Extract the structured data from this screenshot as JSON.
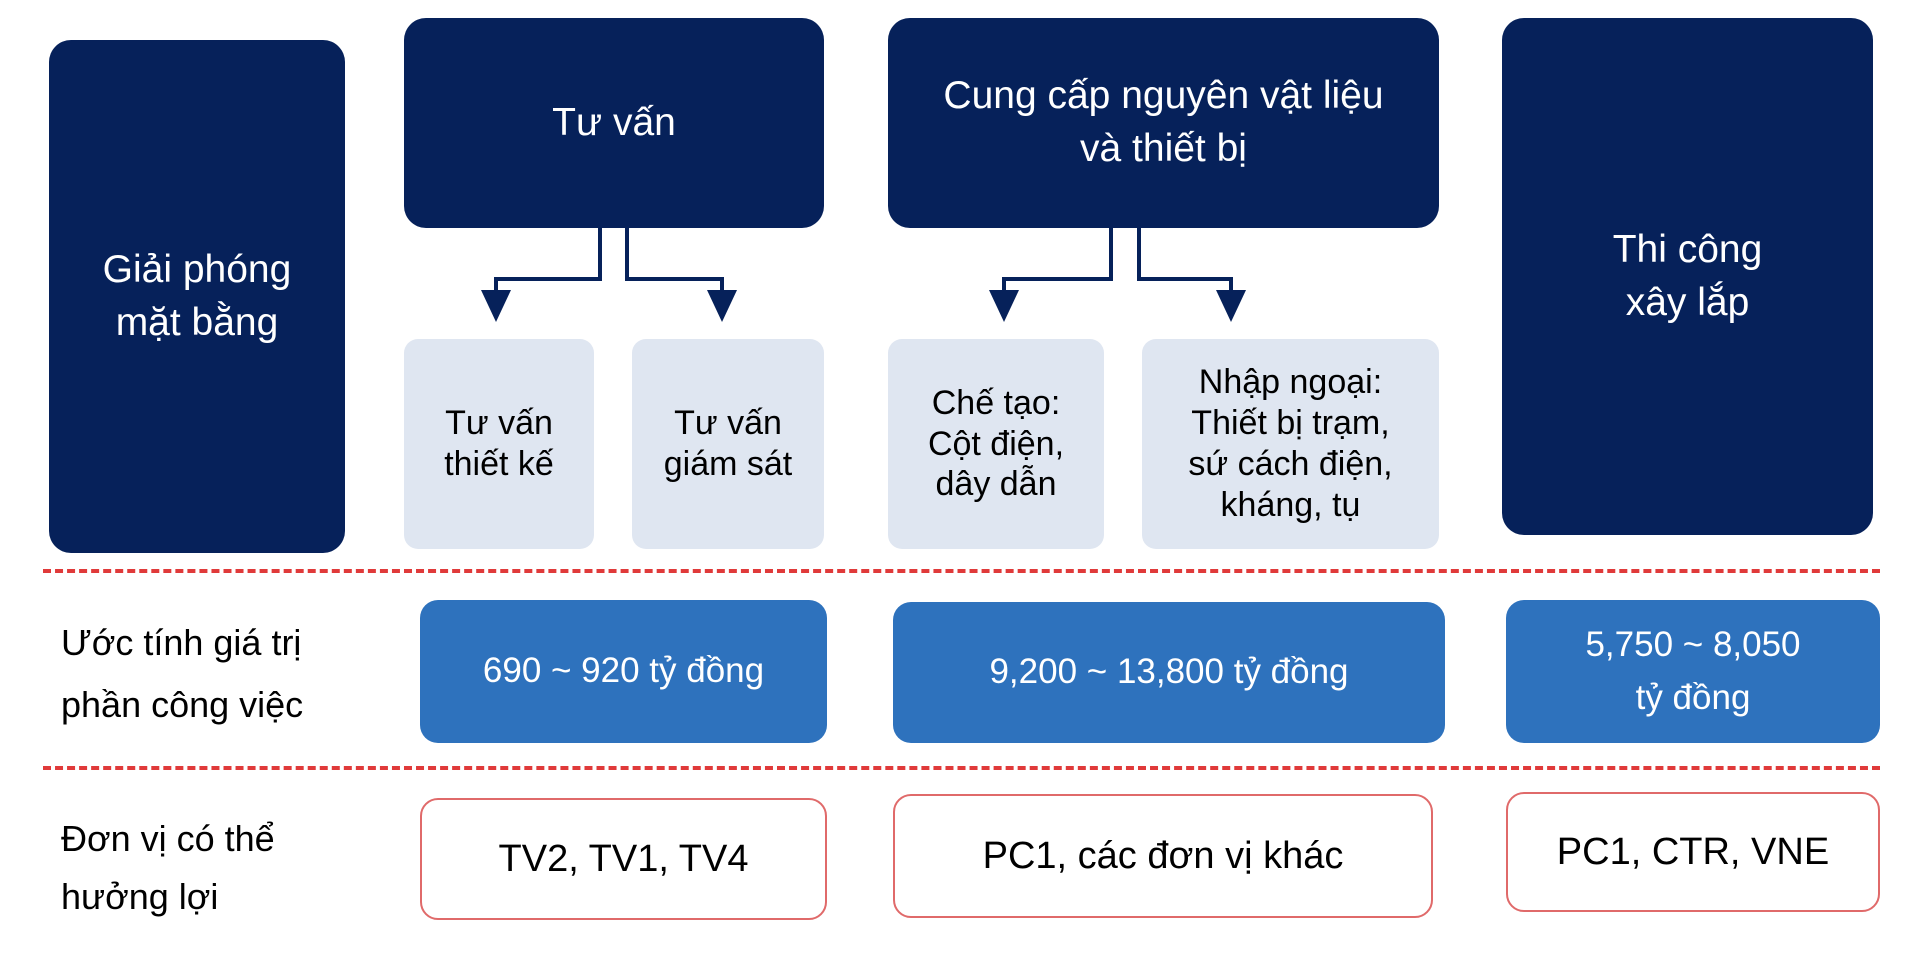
{
  "colors": {
    "dark": "#06215a",
    "light": "#dfe6f1",
    "blue": "#2e72bd",
    "divider": "#e03a3a",
    "outline": "#e06a6a"
  },
  "top": {
    "site_clearance": "Giải phóng\nmặt bằng",
    "consulting": "Tư vấn",
    "supply": "Cung cấp nguyên vật liệu\nvà thiết bị",
    "construction": "Thi công\nxây lắp"
  },
  "sub": {
    "design": "Tư vấn\nthiết kế",
    "supervision": "Tư vấn\ngiám sát",
    "manufacture": "Chế tạo:\nCột điện,\ndây dẫn",
    "import": "Nhập ngoại:\nThiết bị trạm,\nsứ cách điện,\nkháng, tụ"
  },
  "value_row": {
    "label": "Ước tính giá trị\nphần công việc",
    "consulting": "690 ~ 920 tỷ đồng",
    "supply": "9,200 ~ 13,800 tỷ đồng",
    "construction": "5,750 ~ 8,050\ntỷ đồng"
  },
  "beneficiary_row": {
    "label": "Đơn vị có thể\nhưởng lợi",
    "consulting": "TV2, TV1, TV4",
    "supply": "PC1, các đơn vị khác",
    "construction": "PC1, CTR, VNE"
  }
}
